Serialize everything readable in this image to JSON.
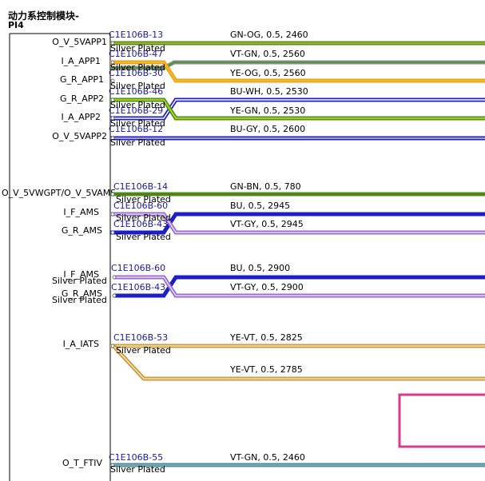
{
  "module_title": "动力系控制模块-",
  "connector_id": "PI4",
  "pins": [
    "O_V_5VAPP1",
    "I_A_APP1",
    "G_R_APP1",
    "G_R_APP2",
    "I_A_APP2",
    "O_V_5VAPP2",
    "O_V_5VWGPT/O_V_5VAMS",
    "I_F_AMS",
    "G_R_AMS",
    "I_F_AMS",
    "G_R_AMS",
    "I_A_IATS",
    "O_T_FTIV"
  ],
  "wire_ids": [
    "C1E106B-13",
    "C1E106B-47",
    "C1E106B-30",
    "C1E106B-46",
    "C1E106B-29",
    "C1E106B-12",
    "C1E106B-14",
    "C1E106B-60",
    "C1E106B-43",
    "C1E106B-60",
    "C1E106B-43",
    "C1E106B-53",
    "C1E106B-55"
  ],
  "terminal_finish": "Silver Plated",
  "wire_specs": [
    "GN-OG,  0.5,  2460",
    "VT-GN,  0.5,  2560",
    "YE-OG,  0.5,  2560",
    "BU-WH,  0.5,  2530",
    "YE-GN,  0.5,  2530",
    "BU-GY,  0.5,  2600",
    "GN-BN,  0.5,  780",
    "BU,  0.5,  2945",
    "VT-GY,  0.5,  2945",
    "BU,  0.5,  2900",
    "VT-GY,  0.5,  2900",
    "YE-VT,  0.5,  2825",
    "YE-VT,  0.5,  2785",
    "VT-GN,  0.5,  2460"
  ],
  "colors": {
    "text": "#000000",
    "wire_id_text": "#1a1aa0",
    "module_outline": "#000000",
    "highlight_box": "#d63a8c",
    "GN": "#3c9c1e",
    "OG": "#f0a020",
    "VT": "#9a6ad6",
    "YE": "#e8c81e",
    "BU": "#1e1ec8",
    "WH": "#ffffff",
    "GY": "#8c8c8c",
    "BN": "#8a5a1e",
    "TEAL": "#4a8c9c"
  }
}
